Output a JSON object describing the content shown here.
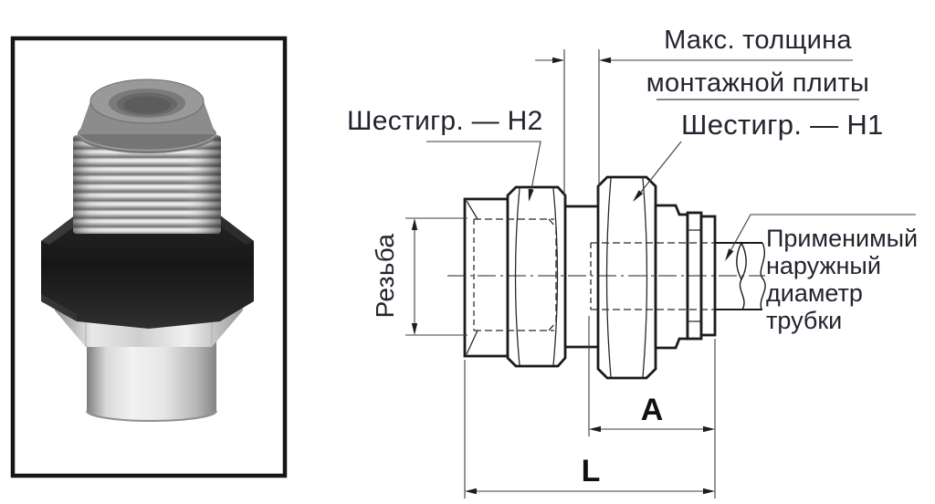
{
  "photo": {
    "description": "Фото цангового фитинга с резьбой"
  },
  "drawing": {
    "labels": {
      "max_plate_thickness_line1": "Макс. толщина",
      "max_plate_thickness_line2": "монтажной плиты",
      "hex_h2": "Шестигр. — H2",
      "hex_h1": "Шестигр. — H1",
      "thread": "Резьба",
      "tube_od_line1": "Применимый",
      "tube_od_line2": "наружный",
      "tube_od_line3": "диаметр",
      "tube_od_line4": "трубки"
    },
    "dimensions": {
      "a": "A",
      "l": "L"
    },
    "colors": {
      "object_line": "#1b1b1b",
      "label_text": "#23242e",
      "dimension_line": "#3c3c3c"
    }
  }
}
